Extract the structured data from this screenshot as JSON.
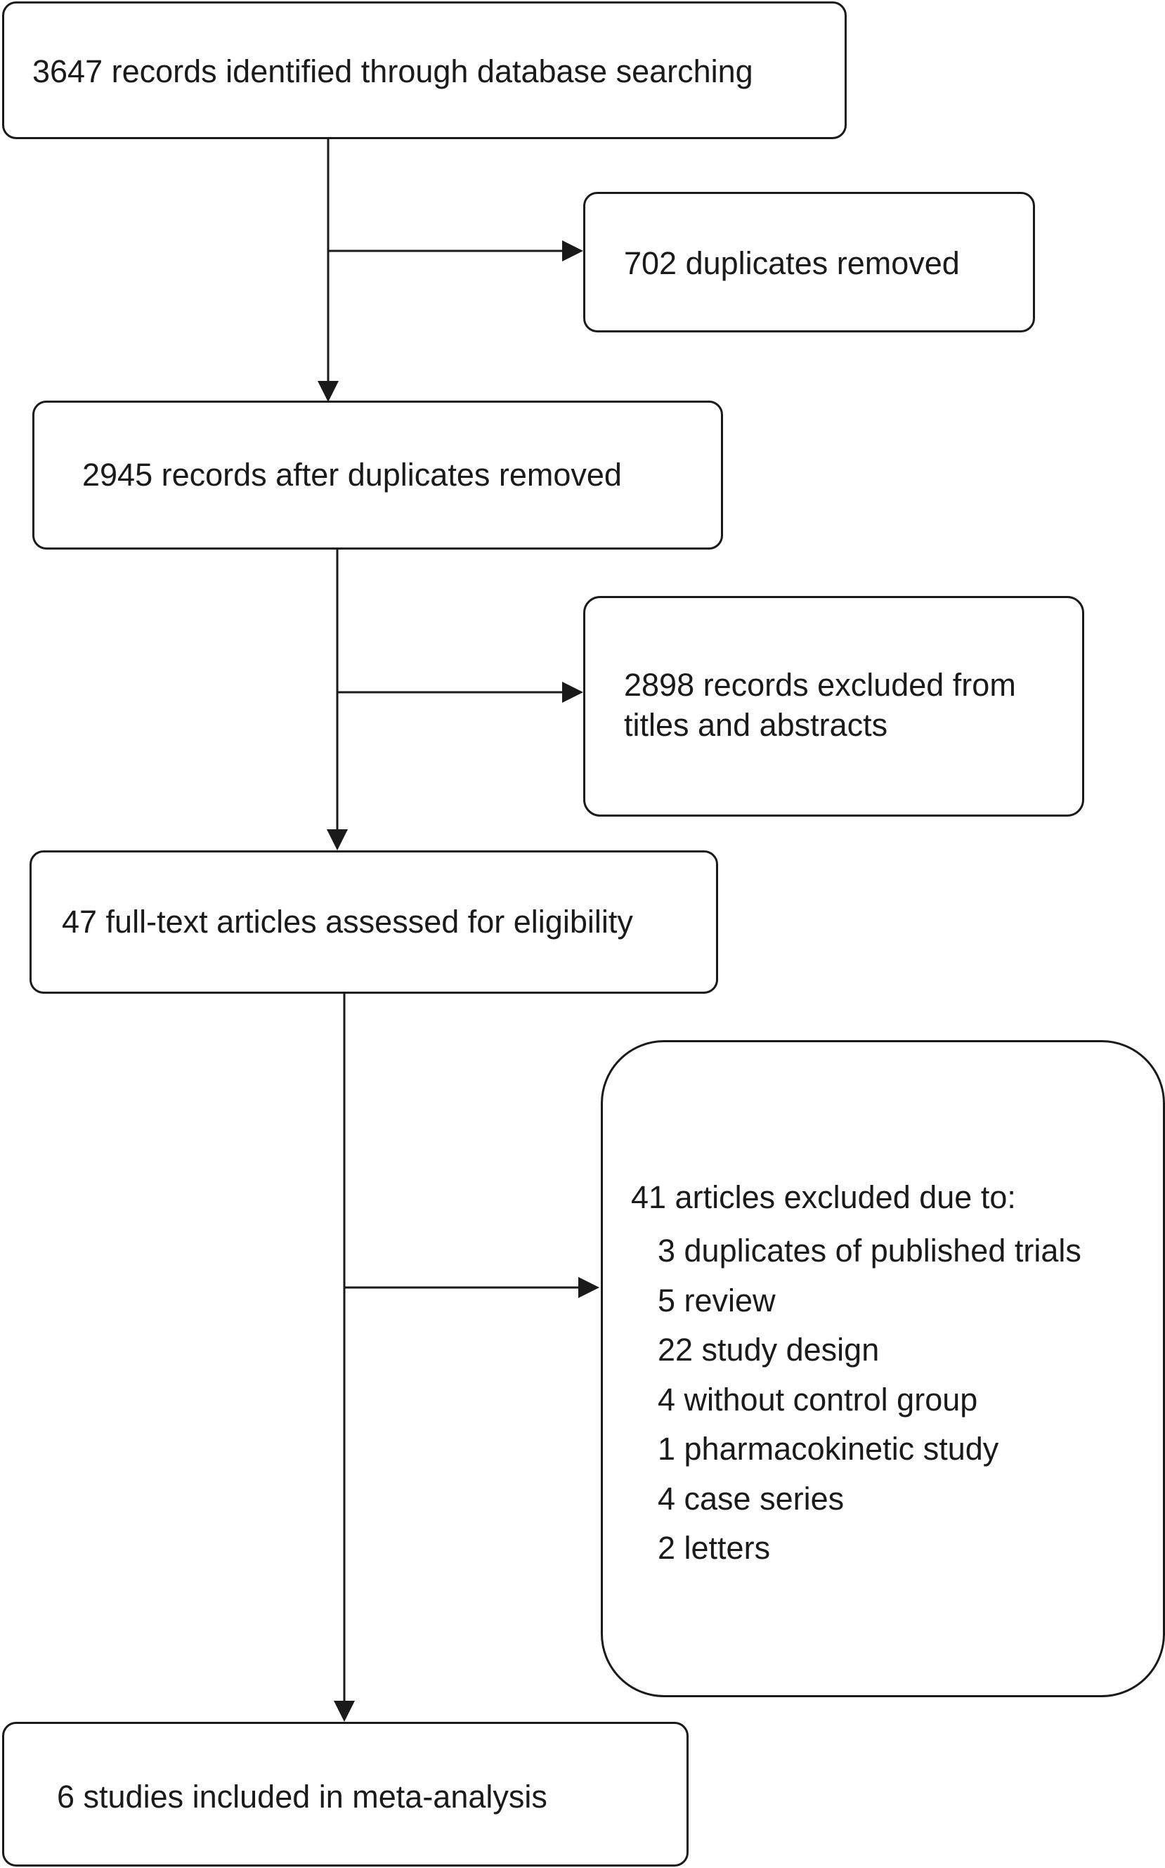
{
  "flowchart": {
    "records_identified": "3647 records identified through database searching",
    "duplicates_removed": "702 duplicates removed",
    "records_after_duplicates": "2945 records after duplicates removed",
    "records_excluded": "2898 records excluded from titles and abstracts",
    "full_text_assessed": "47 full-text articles assessed for eligibility",
    "articles_excluded": {
      "heading": "41 articles excluded due to:",
      "reasons": [
        "3 duplicates of published trials",
        "5 review",
        "22 study design",
        "4 without control group",
        "1 pharmacokinetic study",
        "4 case series",
        "2 letters"
      ]
    },
    "studies_included": "6 studies included in meta-analysis"
  },
  "colors": {
    "line": "#1a1a1a",
    "background": "#ffffff"
  }
}
